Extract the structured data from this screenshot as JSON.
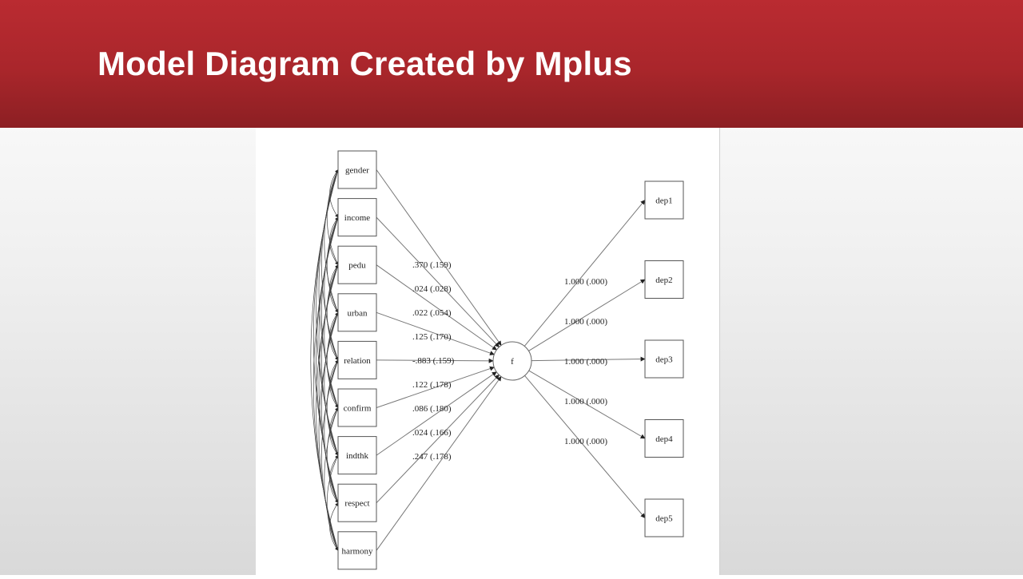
{
  "slide": {
    "title": "Model Diagram Created by Mplus"
  },
  "diagram": {
    "predictors": [
      {
        "label": "gender",
        "coef": ".370 (.159)"
      },
      {
        "label": "income",
        "coef": ".024 (.028)"
      },
      {
        "label": "pedu",
        "coef": ".022 (.054)"
      },
      {
        "label": "urban",
        "coef": ".125 (.170)"
      },
      {
        "label": "relation",
        "coef": "-.883 (.159)"
      },
      {
        "label": "confirm",
        "coef": ".122 (.178)"
      },
      {
        "label": "indthk",
        "coef": ".086 (.180)"
      },
      {
        "label": "respect",
        "coef": ".024 (.166)"
      },
      {
        "label": "harmony",
        "coef": ".247 (.178)"
      }
    ],
    "latent": {
      "label": "f"
    },
    "indicators": [
      {
        "label": "dep1",
        "loading": "1.000 (.000)"
      },
      {
        "label": "dep2",
        "loading": "1.000 (.000)"
      },
      {
        "label": "dep3",
        "loading": "1.000 (.000)"
      },
      {
        "label": "dep4",
        "loading": "1.000 (.000)"
      },
      {
        "label": "dep5",
        "loading": "1.000 (.000)"
      }
    ]
  }
}
